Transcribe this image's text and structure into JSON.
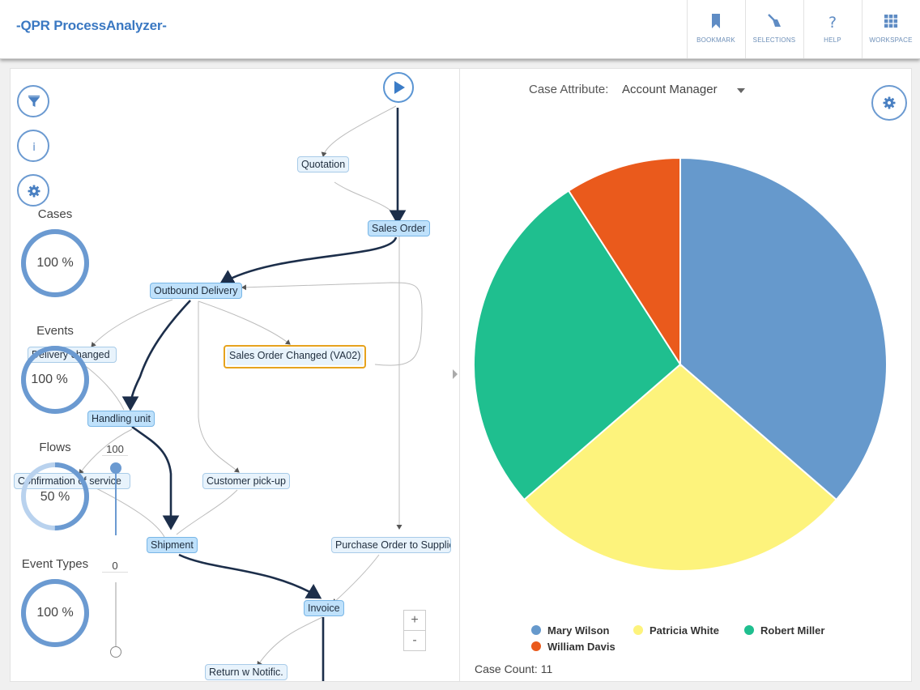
{
  "app": {
    "title": "-QPR ProcessAnalyzer-"
  },
  "header_buttons": [
    {
      "label": "BOOKMARK",
      "icon": "bookmark-icon"
    },
    {
      "label": "SELECTIONS",
      "icon": "broom-icon"
    },
    {
      "label": "HELP",
      "icon": "help-icon"
    },
    {
      "label": "WORKSPACE",
      "icon": "grid-icon"
    }
  ],
  "sidebar": {
    "gauges": [
      {
        "label": "Cases",
        "value": "100 %",
        "fill": 1.0
      },
      {
        "label": "Events",
        "value": "100 %",
        "fill": 1.0
      },
      {
        "label": "Flows",
        "value": "50 %",
        "fill": 0.5
      },
      {
        "label": "Event Types",
        "value": "100 %",
        "fill": 1.0
      }
    ],
    "flows_slider_value": "100",
    "event_types_slider_value": "0"
  },
  "process_map": {
    "nodes": {
      "quotation": "Quotation",
      "sales_order": "Sales Order",
      "outbound_delivery": "Outbound Delivery",
      "delivery_changed": "Delivery changed",
      "sales_order_changed": "Sales Order Changed (VA02)",
      "handling_unit": "Handling unit",
      "confirmation_of_service": "Confirmation of service",
      "customer_pickup": "Customer pick-up",
      "shipment": "Shipment",
      "purchase_order": "Purchase Order to Supplier",
      "invoice": "Invoice",
      "return_notific": "Return w Notific."
    },
    "zoom_in": "+",
    "zoom_out": "-"
  },
  "chart_panel": {
    "attribute_label": "Case Attribute:",
    "attribute_value": "Account Manager",
    "case_count_label": "Case Count:",
    "case_count": "11"
  },
  "chart_data": {
    "type": "pie",
    "title": "",
    "categories": [
      "Mary Wilson",
      "Patricia White",
      "Robert Miller",
      "William Davis"
    ],
    "values": [
      4,
      3,
      3,
      1
    ],
    "colors": [
      "#6699cc",
      "#fdf37c",
      "#1fbf8f",
      "#ea5a1c"
    ]
  }
}
